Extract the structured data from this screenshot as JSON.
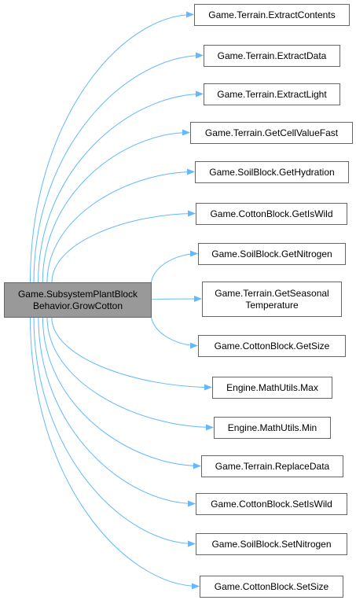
{
  "colors": {
    "background": "#ffffff",
    "source_fill": "#999999",
    "node_fill": "#ffffff",
    "node_border": "#666666",
    "edge": "#63b8ff"
  },
  "source": {
    "lines": [
      "Game.SubsystemPlantBlock",
      "Behavior.GrowCotton"
    ]
  },
  "targets": [
    {
      "lines": [
        "Game.Terrain.ExtractContents"
      ]
    },
    {
      "lines": [
        "Game.Terrain.ExtractData"
      ]
    },
    {
      "lines": [
        "Game.Terrain.ExtractLight"
      ]
    },
    {
      "lines": [
        "Game.Terrain.GetCellValueFast"
      ]
    },
    {
      "lines": [
        "Game.SoilBlock.GetHydration"
      ]
    },
    {
      "lines": [
        "Game.CottonBlock.GetIsWild"
      ]
    },
    {
      "lines": [
        "Game.SoilBlock.GetNitrogen"
      ]
    },
    {
      "lines": [
        "Game.Terrain.GetSeasonal",
        "Temperature"
      ]
    },
    {
      "lines": [
        "Game.CottonBlock.GetSize"
      ]
    },
    {
      "lines": [
        "Engine.MathUtils.Max"
      ]
    },
    {
      "lines": [
        "Engine.MathUtils.Min"
      ]
    },
    {
      "lines": [
        "Game.Terrain.ReplaceData"
      ]
    },
    {
      "lines": [
        "Game.CottonBlock.SetIsWild"
      ]
    },
    {
      "lines": [
        "Game.SoilBlock.SetNitrogen"
      ]
    },
    {
      "lines": [
        "Game.CottonBlock.SetSize"
      ]
    }
  ]
}
